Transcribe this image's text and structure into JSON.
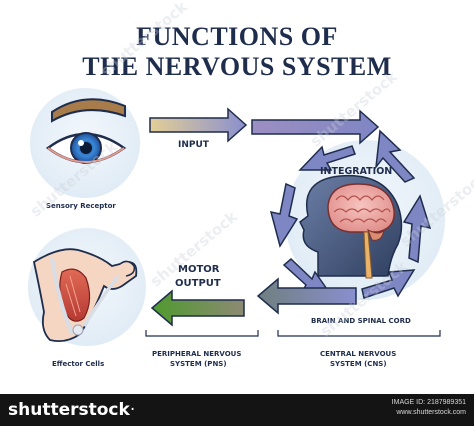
{
  "title_line1": "FUNCTIONS OF",
  "title_line2": "THE NERVOUS SYSTEM",
  "labels": {
    "sensory_receptor": "Sensory Receptor",
    "input": "INPUT",
    "integration": "INTEGRATION",
    "motor_output_1": "MOTOR",
    "motor_output_2": "OUTPUT",
    "brain_spinal": "BRAIN AND SPINAL CORD",
    "effector_cells": "Effector Cells",
    "pns_1": "PERIPHERAL NERVOUS",
    "pns_2": "SYSTEM (PNS)",
    "cns_1": "CENTRAL NERVOUS",
    "cns_2": "SYSTEM (CNS)"
  },
  "watermark": "shutterstock",
  "footer": {
    "brand": "shutterstock",
    "brand_suffix": "·",
    "image_id": "IMAGE ID: 2187989351",
    "site": "www.shutterstock.com"
  },
  "colors": {
    "title": "#1f2d4d",
    "cycle_arrows": "#7f86c4",
    "circle_bg": "#e4eef7",
    "input_arrow_start": "#d9c48a",
    "input_arrow_end": "#8a8fcf",
    "output_arrow_start": "#8a8fcf",
    "output_arrow_end": "#5f9a3a"
  }
}
